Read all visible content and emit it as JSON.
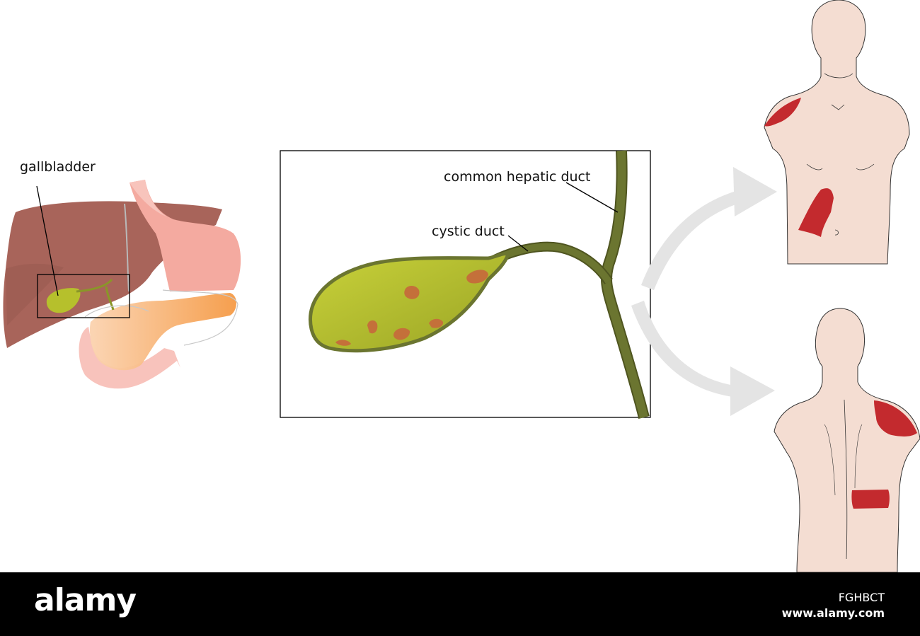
{
  "labels": {
    "gallbladder": "gallbladder",
    "common_hepatic_duct": "common hepatic duct",
    "cystic_duct": "cystic duct"
  },
  "footer": {
    "logo": "alamy",
    "image_id": "FGHBCT",
    "url": "www.alamy.com"
  },
  "colors": {
    "liver": "#a8645a",
    "stomach": "#f4aaa0",
    "pancreas": "#f7a960",
    "gallbladder": "#b6c02c",
    "duct": "#6b7530",
    "gallstone": "#c4703a",
    "skin": "#f4ddd2",
    "pain_area": "#c32a2e",
    "arrow": "#e4e4e4"
  }
}
